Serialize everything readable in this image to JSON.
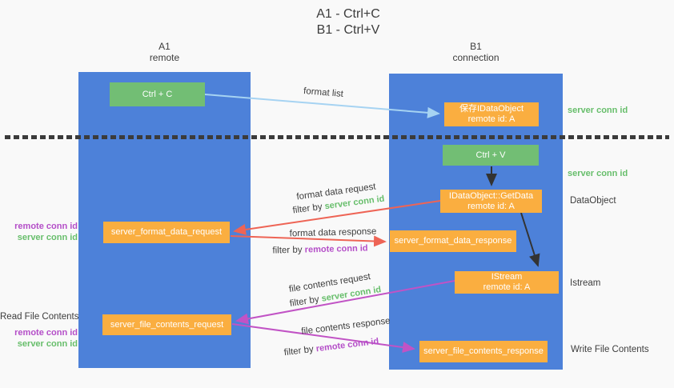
{
  "title": {
    "line1": "A1 - Ctrl+C",
    "line2": "B1 - Ctrl+V"
  },
  "lanes": {
    "a": {
      "name": "A1",
      "subtitle": "remote"
    },
    "b": {
      "name": "B1",
      "subtitle": "connection"
    }
  },
  "nodes": {
    "ctrl_c": "Ctrl + C",
    "ctrl_v": "Ctrl + V",
    "save_idataobject": {
      "title": "保存IDataObject",
      "subtitle": "remote id: A"
    },
    "idataobject_getdata": {
      "title": "IDataObject::GetData",
      "subtitle": "remote id: A"
    },
    "istream": {
      "title": "IStream",
      "subtitle": "remote id: A"
    },
    "server_format_data_request": "server_format_data_request",
    "server_format_data_response": "server_format_data_response",
    "server_file_contents_request": "server_file_contents_request",
    "server_file_contents_response": "server_file_contents_response"
  },
  "arrow_labels": {
    "format_list": "format list",
    "format_data_request": "format data request",
    "format_data_response": "format data response",
    "file_contents_request": "file contents request",
    "file_contents_response": "file contents response",
    "filter_by": "filter by"
  },
  "side_labels": {
    "server_conn_id": "server conn id",
    "remote_conn_id": "remote conn id",
    "dataobject": "DataObject",
    "istream": "Istream",
    "read_file_contents": "Read File Contents",
    "write_file_contents": "Write File Contents"
  },
  "colors": {
    "lane_blue": "#4D81D9",
    "node_green": "#72BE74",
    "node_orange": "#FAAE40",
    "green_text": "#67BE6B",
    "purple_text": "#B44EC8",
    "salmon_arrow": "#EE6455",
    "magenta_arrow": "#C153C5",
    "lightblue_arrow": "#A6D3F2",
    "black_arrow": "#333333"
  }
}
